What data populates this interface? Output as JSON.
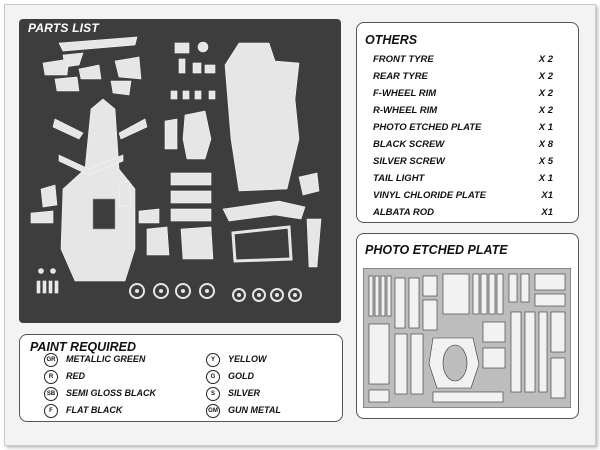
{
  "parts_list": {
    "title": "PARTS LIST"
  },
  "others": {
    "title": "OTHERS",
    "items": [
      {
        "name": "FRONT TYRE",
        "qty": "X 2"
      },
      {
        "name": "REAR TYRE",
        "qty": "X 2"
      },
      {
        "name": "F-WHEEL RIM",
        "qty": "X 2"
      },
      {
        "name": "R-WHEEL RIM",
        "qty": "X 2"
      },
      {
        "name": "PHOTO ETCHED PLATE",
        "qty": "X 1"
      },
      {
        "name": "BLACK SCREW",
        "qty": "X 8"
      },
      {
        "name": "SILVER SCREW",
        "qty": "X 5"
      },
      {
        "name": "TAIL LIGHT",
        "qty": "X 1"
      },
      {
        "name": "VINYL CHLORIDE PLATE",
        "qty": "X1"
      },
      {
        "name": "ALBATA ROD",
        "qty": "X1"
      }
    ]
  },
  "photo_etched": {
    "title": "PHOTO ETCHED PLATE"
  },
  "paint": {
    "title": "PAINT REQUIRED",
    "items": [
      {
        "code": "GR",
        "name": "METALLIC GREEN"
      },
      {
        "code": "Y",
        "name": "YELLOW"
      },
      {
        "code": "R",
        "name": "RED"
      },
      {
        "code": "G",
        "name": "GOLD"
      },
      {
        "code": "SB",
        "name": "SEMI GLOSS BLACK"
      },
      {
        "code": "S",
        "name": "SILVER"
      },
      {
        "code": "F",
        "name": "FLAT BLACK"
      },
      {
        "code": "GM",
        "name": "GUN METAL"
      }
    ]
  },
  "colors": {
    "parts_bg": "#3d3d3d",
    "part_fill": "#e6e6e6",
    "etch_fill": "#bdbdbd"
  }
}
